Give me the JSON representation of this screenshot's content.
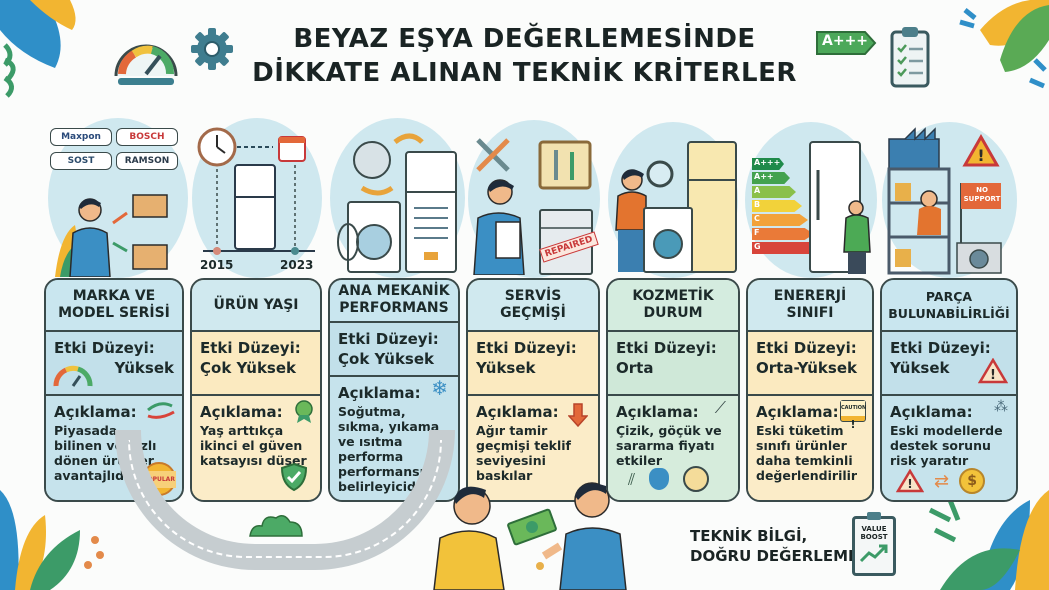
{
  "title": {
    "line1": "BEYAZ EŞYA DEĞERLEMESİNDE",
    "line2": "DİKKATE ALINAN TEKNİK KRİTERLER"
  },
  "header_icons": [
    "speedometer-icon",
    "gear-icon",
    "energy-label-icon",
    "checklist-clipboard-icon"
  ],
  "header_energy_label": "A+++",
  "colors": {
    "card_border": "#3a4a4a",
    "card_blue": "#c6e3ec",
    "card_yellow": "#fbecc8",
    "card_green": "#d6ecdc",
    "bubble": "#cfe8ef",
    "title_text": "#1a2424"
  },
  "illustrations": {
    "brand_logos": [
      "Maxpon",
      "BOSCH",
      "SOST",
      "RAMSON"
    ],
    "timeline_years": [
      "2015",
      "2023"
    ],
    "repaired_stamp": "REPAIRED",
    "energy_scale": [
      "A+++",
      "A++",
      "A",
      "B",
      "C",
      "F",
      "G"
    ],
    "no_support_flag": "NO SUPPORT",
    "popular_badge": "POPULAR",
    "caution_badge": "CAUTION"
  },
  "cards": [
    {
      "title": "MARKA VE MODEL SERİSİ",
      "effect_label": "Etki Düzeyi:",
      "effect_value": "Yüksek",
      "desc_label": "Açıklama:",
      "desc_text": "Piyasada bilinen ve hızlı dönen ürünler avantajlıdır"
    },
    {
      "title": "ÜRÜN YAŞI",
      "effect_label": "Etki Düzeyi:",
      "effect_value": "Çok Yüksek",
      "desc_label": "Açıklama:",
      "desc_text": "Yaş arttıkça ikinci el güven katsayısı düşer"
    },
    {
      "title": "ANA MEKANİK PERFORMANS",
      "effect_label": "Etki Düzeyi:",
      "effect_value": "Çok Yüksek",
      "desc_label": "Açıklama:",
      "desc_text": "Soğutma, sıkma, yıkama ve ısıtma performa performansı belirleyicidir"
    },
    {
      "title": "SERVİS GEÇMİŞİ",
      "effect_label": "Etki Düzeyi:",
      "effect_value": "Yüksek",
      "desc_label": "Açıklama:",
      "desc_text": "Ağır tamir geçmişi teklif seviyesini baskılar"
    },
    {
      "title": "KOZMETİK DURUM",
      "effect_label": "Etki Düzeyi:",
      "effect_value": "Orta",
      "desc_label": "Açıklama:",
      "desc_text": "Çizik, göçük ve sararma fiyatı etkiler"
    },
    {
      "title": "ENERERJİ SINIFI",
      "effect_label": "Etki Düzeyi:",
      "effect_value": "Orta-Yüksek",
      "desc_label": "Açıklama:",
      "desc_text": "Eski tüketim sınıfı ürünler daha temkinli değerlendirilir"
    },
    {
      "title": "PARÇA BULUNABİLİRLİĞİ",
      "effect_label": "Etki Düzeyi:",
      "effect_value": "Yüksek",
      "desc_label": "Açıklama:",
      "desc_text": "Eski modellerde destek sorunu risk yaratır"
    }
  ],
  "footer": {
    "slogan_line1": "TEKNİK BİLGİ,",
    "slogan_line2": "DOĞRU DEĞERLEME",
    "value_badge_line1": "VALUE",
    "value_badge_line2": "BOOST"
  }
}
